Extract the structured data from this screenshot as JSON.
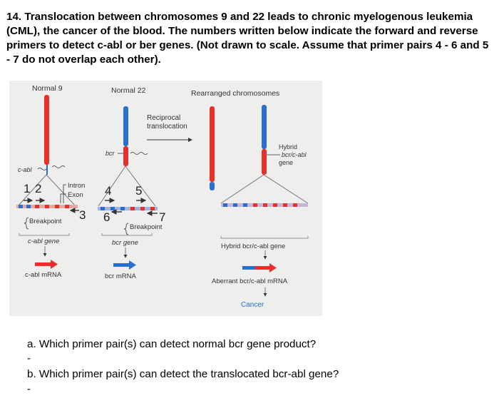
{
  "question": {
    "text": "14. Translocation between chromosomes 9 and 22 leads to chronic myelogenous leukemia (CML), the cancer of the blood. The numbers written below indicate the forward and reverse primers to detect c-abl or ber genes. (Not drawn to scale. Assume that primer pairs 4 - 6 and 5 - 7 do not overlap each other)."
  },
  "figure": {
    "headers": {
      "normal9": "Normal 9",
      "normal22": "Normal 22",
      "rearranged": "Rearranged chromosomes"
    },
    "reciprocal": [
      "Reciprocal",
      "translocation"
    ],
    "labels": {
      "cabl": "c-abl",
      "bcr": "bcr",
      "hybrid": [
        "Hybrid",
        "bcr/c-abl",
        "gene"
      ],
      "intron": "Intron",
      "exon": "Exon",
      "breakpoint1": "Breakpoint",
      "breakpoint2": "Breakpoint",
      "cabl_gene": "c-abl gene",
      "bcr_gene": "bcr gene",
      "hybrid_gene": "Hybrid bcr/c-abl gene",
      "cabl_mrna": "c-abl mRNA",
      "bcr_mrna": "bcr mRNA",
      "aberrant_mrna": "Aberrant bcr/c-abl mRNA",
      "cancer": "Cancer"
    },
    "primers": {
      "p1": "1",
      "p2": "2",
      "p3": "3",
      "p4": "4",
      "p5": "5",
      "p6": "6",
      "p7": "7"
    },
    "colors": {
      "red": "#e8302a",
      "blue": "#2a6fd0",
      "panel": "#eeeeed"
    }
  },
  "parts": {
    "a": "a.  Which primer pair(s) can detect normal bcr gene product?",
    "a_answer": "-",
    "b": "b.  Which primer pair(s) can detect the translocated bcr-abl gene?",
    "b_answer": "-"
  }
}
